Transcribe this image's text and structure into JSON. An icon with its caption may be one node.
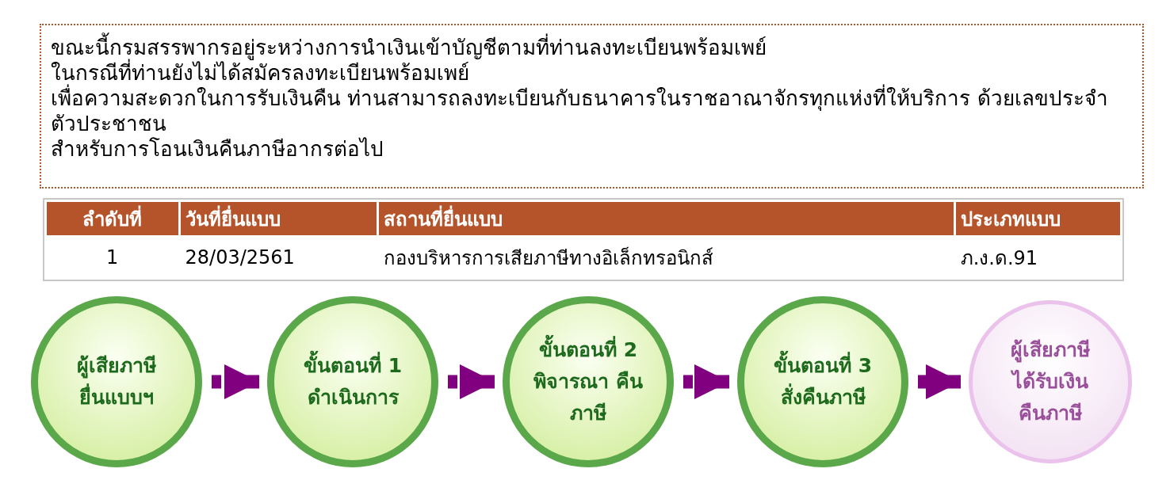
{
  "diagram": {
    "nodes": [
      {
        "text": [
          "ขณะนี้กรมสรรพากรอยู่ระหว่างการนำเงินเข้าบัญชีตามที่ท่านลงทะเบียนพร้อมเพย์",
          "ในกรณีที่ท่านยังไม่ได้สมัครลงทะเบียนพร้อมเพย์",
          "เพื่อความสะดวกในการรับเงินคืน ท่านสามารถลงทะเบียนกับธนาคารในราชอาณาจักรทุกแห่งที่ให้บริการ ด้วยเลขประจำตัวประชาชน",
          "สำหรับการโอนเงินคืนภาษีอากรต่อไป"
        ]
      },
      {
        "text": [
          "ผู้เสียภาษี ยื่นแบบฯ"
        ]
      },
      {
        "text": [
          "ขั้นตอนที่ 1 ดำเนินการ"
        ]
      },
      {
        "text": [
          "ขั้นตอนที่ 2 พิจารณา คืนภาษี"
        ]
      },
      {
        "text": [
          "ขั้นตอนที่ 3 สั่งคืนภาษี"
        ]
      },
      {
        "text": [
          "ผู้เสียภาษี ได้รับเงิน คืนภาษี"
        ]
      }
    ],
    "edges": [
      {
        "from": 1,
        "to": 2,
        "arrow": "to"
      },
      {
        "from": 2,
        "to": 3,
        "arrow": "to"
      },
      {
        "from": 3,
        "to": 4,
        "arrow": "to"
      },
      {
        "from": 4,
        "to": 5,
        "arrow": "to"
      }
    ],
    "labels": [
      "ลำดับที่",
      "วันที่ยื่นแบบ",
      "สถานที่ยื่นแบบ",
      "ประเภทแบบ",
      "1",
      "28/03/2561",
      "กองบริหารการเสียภาษีทางอิเล็กทรอนิกส์",
      "ภ.ง.ด.91"
    ]
  }
}
